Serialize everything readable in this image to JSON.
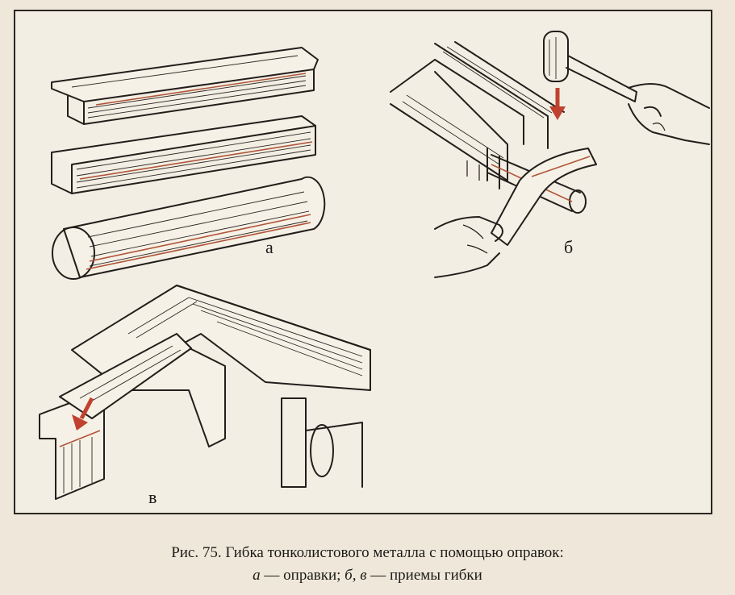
{
  "figure": {
    "labels": {
      "a": "а",
      "b": "б",
      "v": "в"
    }
  },
  "caption": {
    "line1": "Рис. 75. Гибка тонколистового металла с помощью оправок:",
    "line2_letter_a": "а",
    "line2_part1": " — оправки; ",
    "line2_letters_bv": "б, в",
    "line2_part2": " — приемы гибки"
  },
  "colors": {
    "ink": "#221e1b",
    "rust": "#b0553a",
    "paper": "#efe8da",
    "arrow": "#c0412e"
  }
}
